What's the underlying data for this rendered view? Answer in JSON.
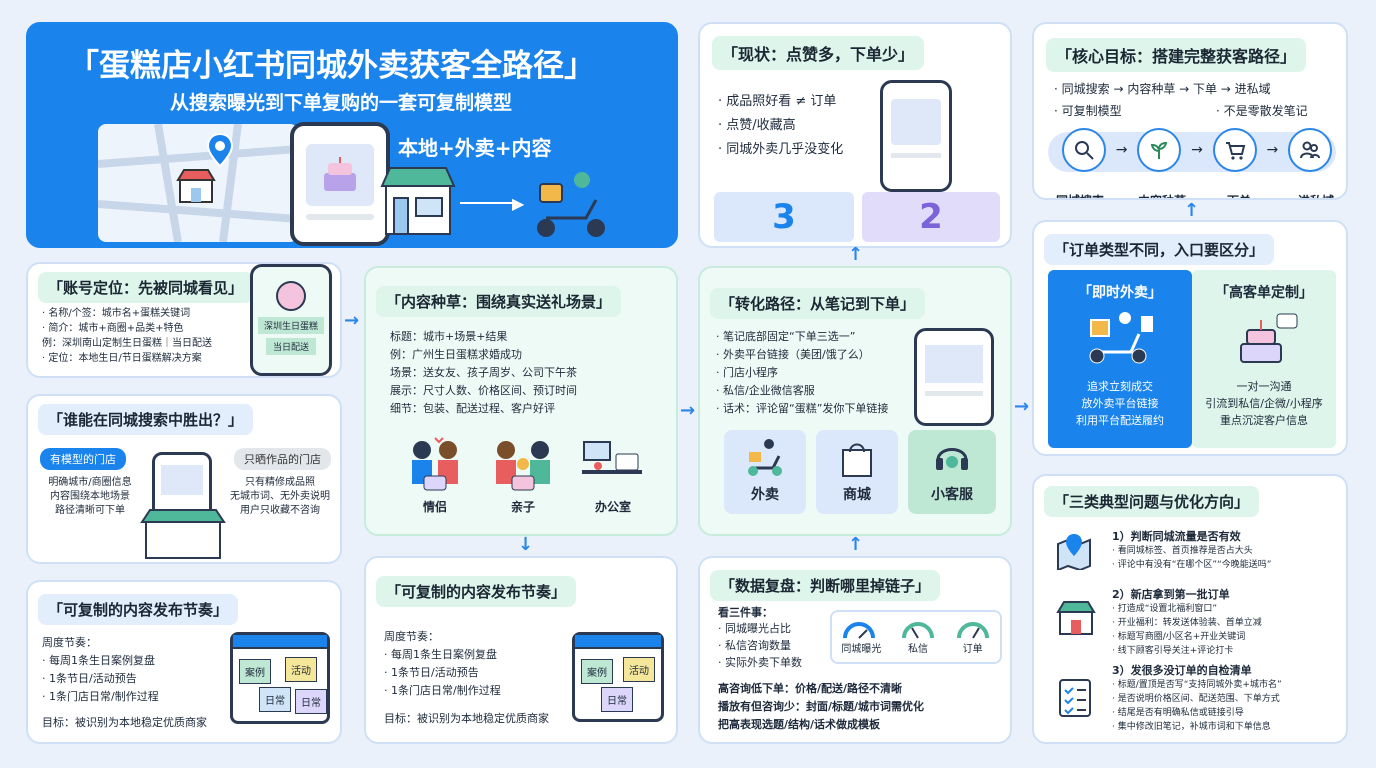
{
  "hero": {
    "title": "「蛋糕店小红书同城外卖获客全路径」",
    "subtitle": "从搜索曝光到下单复购的一套可复制模型",
    "tagline": "本地+外卖+内容"
  },
  "status": {
    "title": "「现状：点赞多，下单少」",
    "bullets": [
      "· 成品照好看 ≠ 订单",
      "· 点赞/收藏高",
      "· 同城外卖几乎没变化"
    ],
    "num_left": "3",
    "num_right": "2"
  },
  "goal": {
    "title": "「核心目标：搭建完整获客路径」",
    "line1": "· 同城搜索 → 内容种草 → 下单 → 进私域",
    "line2a": "· 可复制模型",
    "line2b": "· 不是零散发笔记",
    "steps": [
      "同城搜索",
      "内容种草",
      "下单",
      "进私域"
    ],
    "step_arrow": "→"
  },
  "account": {
    "title": "「账号定位：先被同城看见」",
    "lines": [
      "· 名称/个签：城市名+蛋糕关键词",
      "· 简介：城市+商圈+品类+特色",
      "   例：深圳南山定制生日蛋糕｜当日配送",
      "· 定位：本地生日/节日蛋糕解决方案"
    ],
    "phone_label1": "深圳生日蛋糕",
    "phone_label2": "当日配送"
  },
  "search": {
    "title": "「谁能在同城搜索中胜出？」",
    "tag_left": "有模型的门店",
    "tag_right": "只晒作品的门店",
    "left_lines": [
      "明确城市/商圈信息",
      "内容围绕本地场景",
      "路径清晰可下单"
    ],
    "right_lines": [
      "只有精修成品照",
      "无城市词、无外卖说明",
      "用户只收藏不咨询"
    ]
  },
  "rhythm1": {
    "title": "「可复制的内容发布节奏」",
    "lead": "周度节奏：",
    "lines": [
      "· 每周1条生日案例复盘",
      "· 1条节日/活动预告",
      "· 1条门店日常/制作过程"
    ],
    "goal": "目标：被识别为本地稳定优质商家",
    "stickies": [
      "案例",
      "活动",
      "日常",
      "日常"
    ]
  },
  "seeding": {
    "title": "「内容种草：围绕真实送礼场景」",
    "lines": [
      "标题：城市+场景+结果",
      "例：广州生日蛋糕求婚成功",
      "场景：送女友、孩子周岁、公司下午茶",
      "展示：尺寸人数、价格区间、预订时间",
      "细节：包装、配送过程、客户好评"
    ],
    "scenes": [
      "情侣",
      "亲子",
      "办公室"
    ]
  },
  "rhythm2": {
    "title": "「可复制的内容发布节奏」",
    "lead": "周度节奏：",
    "lines": [
      "· 每周1条生日案例复盘",
      "· 1条节日/活动预告",
      "· 1条门店日常/制作过程"
    ],
    "goal": "目标：被识别为本地稳定优质商家",
    "stickies": [
      "案例",
      "活动",
      "日常"
    ]
  },
  "conversion": {
    "title": "「转化路径：从笔记到下单」",
    "lines": [
      "· 笔记底部固定“下单三选一”",
      "· 外卖平台链接（美团/饿了么）",
      "· 门店小程序",
      "· 私信/企业微信客服",
      "· 话术：评论留“蛋糕”发你下单链接"
    ],
    "channels": [
      "外卖",
      "商城",
      "小客服"
    ]
  },
  "data_review": {
    "title": "「数据复盘：判断哪里掉链子」",
    "lead": "看三件事：",
    "lines": [
      "· 同城曝光占比",
      "· 私信咨询数量",
      "· 实际外卖下单数"
    ],
    "gauges": [
      "同城曝光",
      "私信",
      "订单"
    ],
    "foot": [
      "高咨询低下单：价格/配送/路径不清晰",
      "播放有但咨询少：封面/标题/城市词需优化",
      "把高表现选题/结构/话术做成模板"
    ]
  },
  "order_types": {
    "title": "「订单类型不同，入口要区分」",
    "left_title": "「即时外卖」",
    "right_title": "「高客单定制」",
    "left_lines": [
      "追求立刻成交",
      "放外卖平台链接",
      "利用平台配送履约"
    ],
    "right_lines": [
      "一对一沟通",
      "引流到私信/企微/小程序",
      "重点沉淀客户信息"
    ]
  },
  "problems": {
    "title": "「三类典型问题与优化方向」",
    "items": [
      {
        "heading": "1）判断同城流量是否有效",
        "lines": [
          "· 看同城标签、首页推荐是否占大头",
          "· 评论中有没有“在哪个区”“今晚能送吗”"
        ]
      },
      {
        "heading": "2）新店拿到第一批订单",
        "lines": [
          "· 打造成“设置北福利窗口”",
          "· 开业福利：转发送体验装、首单立减",
          "· 标题写商圈/小区名+开业关键词",
          "· 线下顾客引导关注+评论打卡"
        ]
      },
      {
        "heading": "3）发很多没订单的自检清单",
        "lines": [
          "· 标题/置顶是否写“支持同城外卖+城市名”",
          "· 是否说明价格区间、配送范围、下单方式",
          "· 结尾是否有明确私信或链接引导",
          "· 集中修改旧笔记，补城市词和下单信息"
        ]
      }
    ]
  },
  "colors": {
    "brand_blue": "#1b84ec",
    "mint": "#ddf5ea",
    "accent_purple": "#ddd6fb"
  },
  "icons": [
    "map-pin-icon",
    "storefront-icon",
    "phone-icon",
    "scooter-icon",
    "search-icon",
    "sprout-icon",
    "cart-icon",
    "people-icon",
    "shopping-bag-icon",
    "headset-icon",
    "calendar-icon",
    "gauge-icon",
    "checklist-icon",
    "map-icon"
  ]
}
